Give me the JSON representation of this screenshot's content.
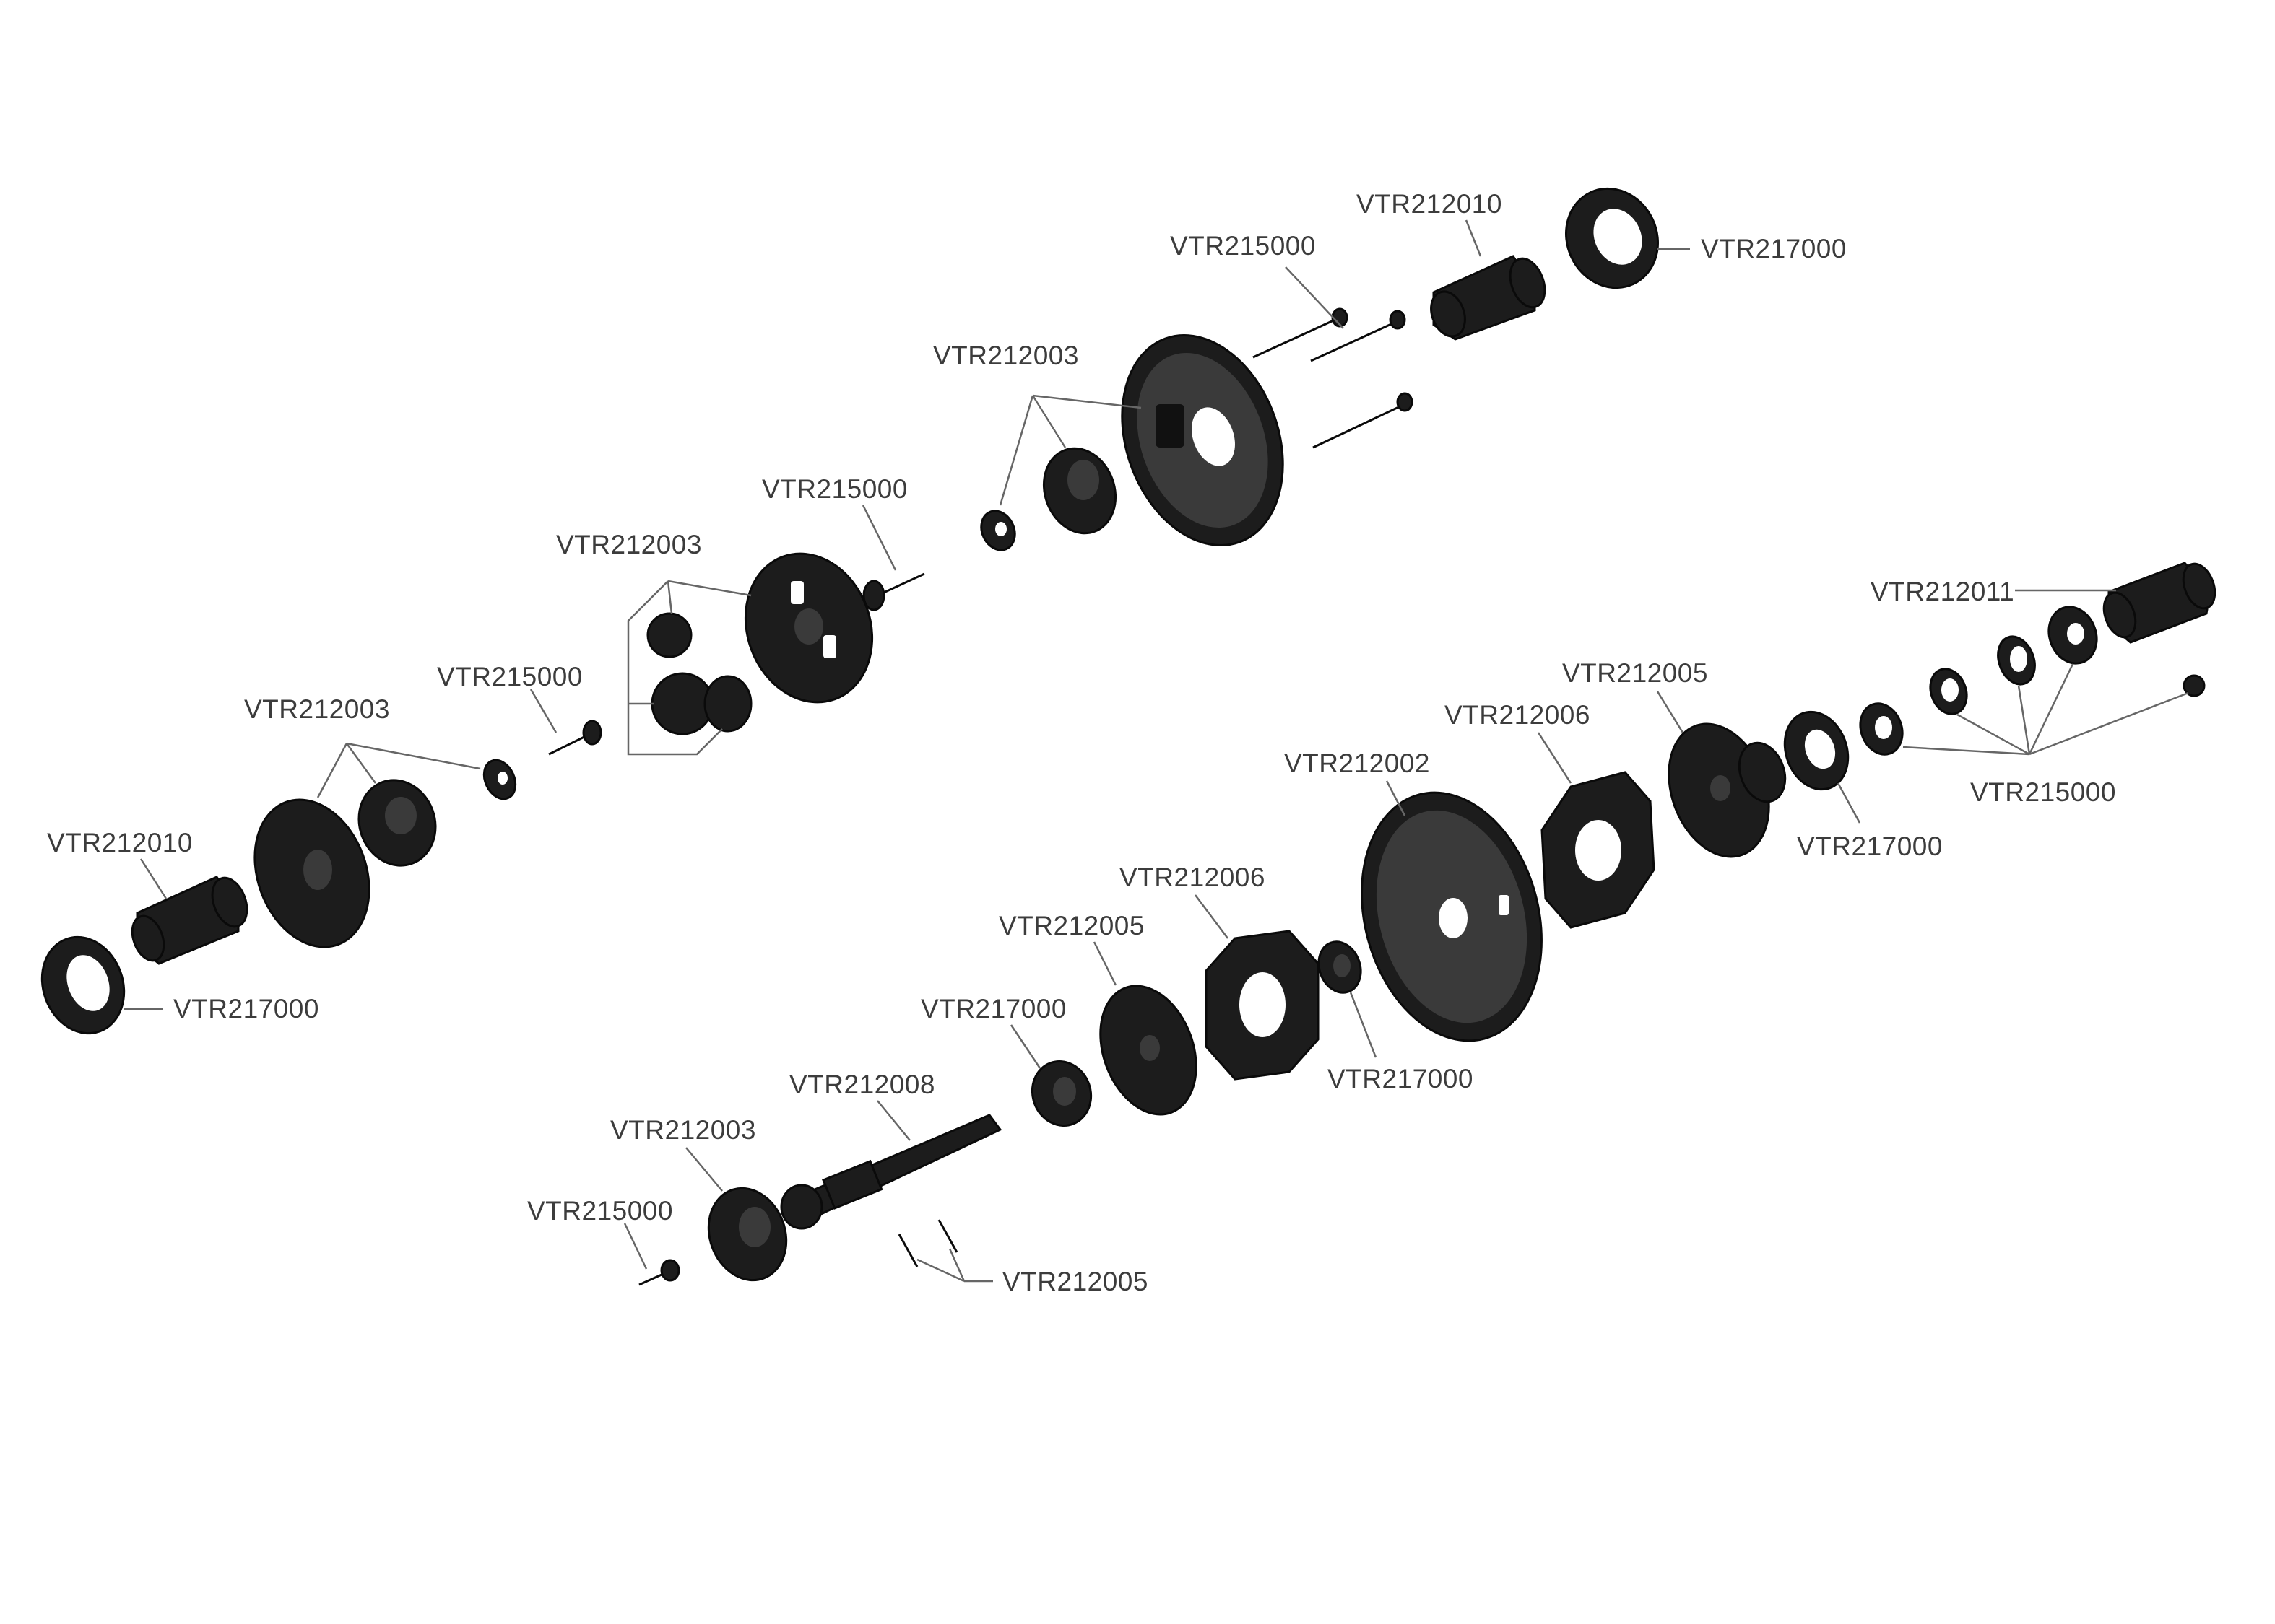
{
  "labels": {
    "top_ring_right": "VTR217000",
    "top_outdrive": "VTR212010",
    "top_screws": "VTR215000",
    "top_ring_gear": "VTR212003",
    "mid_screw": "VTR215000",
    "spider_gears": "VTR212003",
    "case_screw": "VTR215000",
    "case_gears": "VTR212003",
    "left_outdrive": "VTR212010",
    "left_ring": "VTR217000",
    "right_outdrive": "VTR212011",
    "right_small_parts": "VTR215000",
    "right_pressure_plate": "VTR212005",
    "right_bearing": "VTR217000",
    "right_slipper_pad": "VTR212006",
    "spur_gear": "VTR212002",
    "left_slipper_pad": "VTR212006",
    "left_pressure_plate": "VTR212005",
    "spur_bearing": "VTR217000",
    "shaft_bearing": "VTR217000",
    "top_shaft": "VTR212008",
    "pinion": "VTR212003",
    "pinion_screw": "VTR215000",
    "pins": "VTR212005"
  },
  "colors": {
    "part": "#1c1c1c",
    "label": "#3c3c3c",
    "leader": "#666666",
    "background": "#ffffff"
  }
}
